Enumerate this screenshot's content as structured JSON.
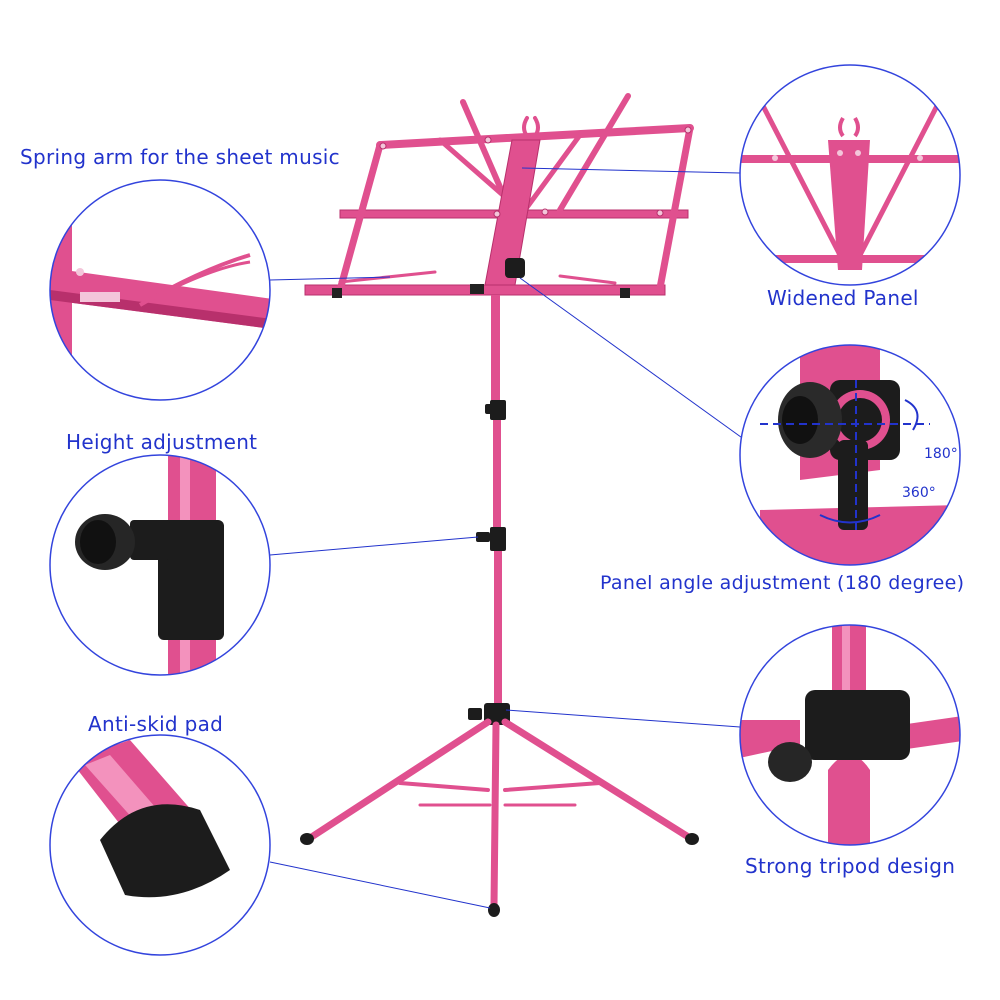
{
  "labels": {
    "spring_arm": "Spring arm for the sheet music",
    "height": "Height adjustment",
    "anti_skid": "Anti-skid pad",
    "widened": "Widened Panel",
    "angle": "Panel angle adjustment (180 degree)",
    "tripod": "Strong tripod design",
    "deg180": "180°",
    "deg360": "360°"
  },
  "colors": {
    "stand": "#e0508f",
    "stand_dark": "#b8306c",
    "stand_light": "#f392bd",
    "rubber": "#1c1c1c",
    "callout": "#2233cc",
    "circle": "#3344dd"
  }
}
